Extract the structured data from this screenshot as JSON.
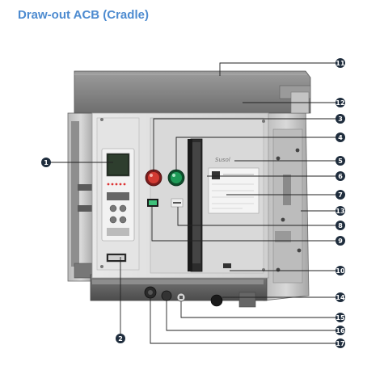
{
  "title": "Draw-out ACB (Cradle)",
  "colors": {
    "title": "#4d8bd0",
    "callout": "#1f2d3d",
    "leader": "#222222"
  },
  "brand_label": "Susol",
  "callouts": [
    {
      "n": "1"
    },
    {
      "n": "2"
    },
    {
      "n": "3"
    },
    {
      "n": "4"
    },
    {
      "n": "5"
    },
    {
      "n": "6"
    },
    {
      "n": "7"
    },
    {
      "n": "8"
    },
    {
      "n": "9"
    },
    {
      "n": "10"
    },
    {
      "n": "11"
    },
    {
      "n": "12"
    },
    {
      "n": "13"
    },
    {
      "n": "14"
    },
    {
      "n": "15"
    },
    {
      "n": "16"
    },
    {
      "n": "17"
    }
  ]
}
